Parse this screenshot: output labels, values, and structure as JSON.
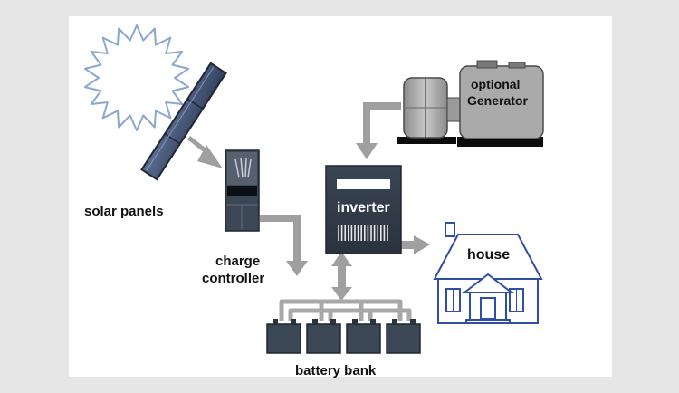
{
  "labels": {
    "solar_panels": "solar panels",
    "charge_line1": "charge",
    "charge_line2": "controller",
    "inverter": "inverter",
    "optional_line1": "optional",
    "optional_line2": "Generator",
    "house": "house",
    "battery_bank": "battery bank"
  },
  "colors": {
    "background": "#e6e6e6",
    "panel": "#ffffff",
    "arrow": "#9f9f9f",
    "equipment_dark": "#3c4755",
    "solar_panel": "#4a5a7a",
    "sun_outline": "#8aa7cf",
    "house_outline": "#2e4fa3",
    "generator_body": "#a9a9a9"
  },
  "icons": [
    "sun-icon",
    "solar-panel-icon",
    "charge-controller-icon",
    "inverter-icon",
    "generator-icon",
    "house-icon",
    "battery-icon"
  ]
}
